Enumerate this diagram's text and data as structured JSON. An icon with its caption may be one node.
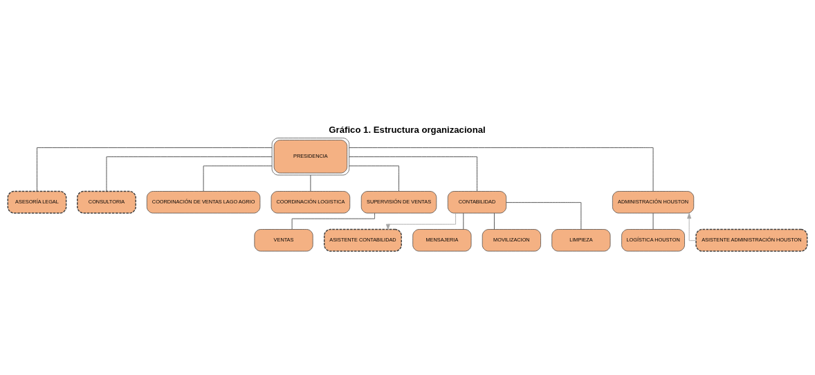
{
  "diagram": {
    "title": "Gráfico 1. Estructura organizacional",
    "nodes": [
      {
        "text": [
          "PRESIDENCIA"
        ]
      },
      {
        "text": [
          "ASESORÍA LEGAL"
        ]
      },
      {
        "text": [
          "CONSULTORIA"
        ]
      },
      {
        "text": [
          "COORDINACIÓN DE VENTAS LAGO AGRIO"
        ]
      },
      {
        "text": [
          "COORDINACIÓN LOGISTICA"
        ]
      },
      {
        "text": [
          "SUPERVISIÓN DE VENTAS"
        ]
      },
      {
        "text": [
          "CONTABILIDAD"
        ]
      },
      {
        "text": [
          "ADMINISTRACIÓN HOUSTON"
        ]
      },
      {
        "text": [
          "ASISTENTE CONTABILIDAD"
        ]
      },
      {
        "text": [
          "ASISTENTE ADMINISTRACIÓN HOUSTON"
        ]
      },
      {
        "text": [
          "VENTAS"
        ]
      },
      {
        "text": [
          "MENSAJERIA"
        ]
      },
      {
        "text": [
          "MOVILIZACION"
        ]
      },
      {
        "text": [
          "LIMPIEZA"
        ]
      },
      {
        "text": [
          "LOGÍSTICA HOUSTON"
        ]
      }
    ],
    "edges": [
      {
        "from": 0,
        "to": 1,
        "arrow": "none"
      },
      {
        "from": 0,
        "to": 2,
        "arrow": "none"
      },
      {
        "from": 0,
        "to": 3,
        "arrow": "none"
      },
      {
        "from": 0,
        "to": 4,
        "arrow": "none"
      },
      {
        "from": 0,
        "to": 5,
        "arrow": "none"
      },
      {
        "from": 0,
        "to": 6,
        "arrow": "none"
      },
      {
        "from": 0,
        "to": 7,
        "arrow": "none"
      },
      {
        "from": 6,
        "to": 8,
        "arrow": "to",
        "color": "#a6a6a6"
      },
      {
        "from": 9,
        "to": 7,
        "arrow": "to",
        "color": "#a6a6a6"
      },
      {
        "from": 5,
        "to": 10,
        "arrow": "none"
      },
      {
        "from": 6,
        "to": 11,
        "arrow": "none"
      },
      {
        "from": 6,
        "to": 12,
        "arrow": "none"
      },
      {
        "from": 6,
        "to": 13,
        "arrow": "none"
      },
      {
        "from": 7,
        "to": 14,
        "arrow": "none"
      }
    ]
  }
}
